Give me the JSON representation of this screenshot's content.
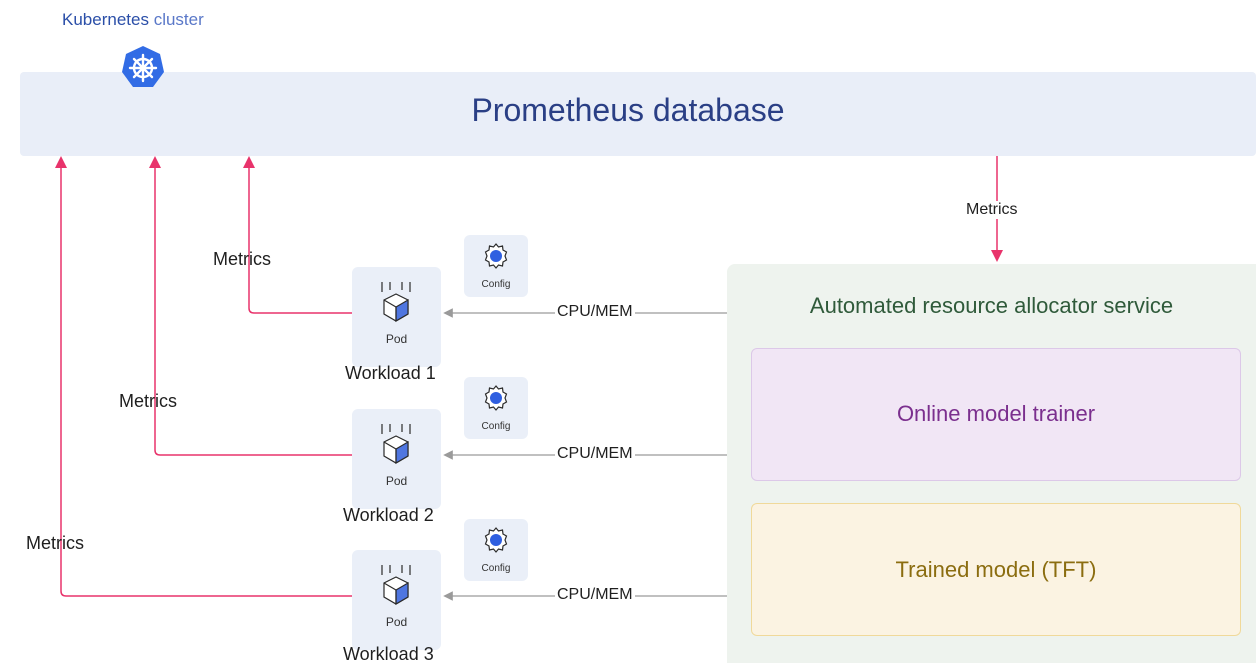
{
  "cluster": {
    "label_bold": "Kubernetes",
    "label_light": "cluster",
    "logo_icon": "kubernetes-helm-icon"
  },
  "database": {
    "title": "Prometheus database"
  },
  "metrics_label": "Metrics",
  "workloads": [
    {
      "name": "Workload 1",
      "pod_label": "Pod",
      "config_label": "Config",
      "link_label": "CPU/MEM"
    },
    {
      "name": "Workload 2",
      "pod_label": "Pod",
      "config_label": "Config",
      "link_label": "CPU/MEM"
    },
    {
      "name": "Workload 3",
      "pod_label": "Pod",
      "config_label": "Config",
      "link_label": "CPU/MEM"
    }
  ],
  "allocator": {
    "title": "Automated resource allocator service",
    "trainer": "Online model trainer",
    "model": "Trained model (TFT)"
  },
  "colors": {
    "metrics_arrow": "#e8336b",
    "cpu_arrow": "#9a9a9a",
    "accent": "#2a3f85"
  }
}
